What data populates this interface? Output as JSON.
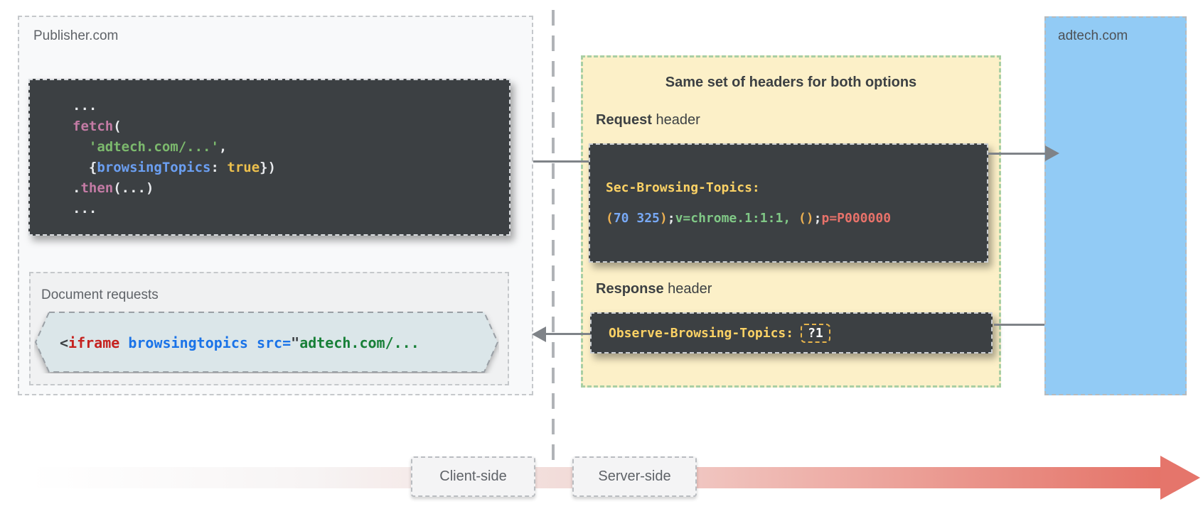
{
  "publisher": {
    "label": "Publisher.com",
    "code_lines": [
      [
        {
          "c": "white",
          "t": "..."
        }
      ],
      [
        {
          "c": "pink",
          "t": "fetch"
        },
        {
          "c": "white",
          "t": "("
        }
      ],
      [
        {
          "c": "white",
          "t": "  "
        },
        {
          "c": "green",
          "t": "'adtech.com/...'"
        },
        {
          "c": "white",
          "t": ","
        }
      ],
      [
        {
          "c": "white",
          "t": "  {"
        },
        {
          "c": "blue",
          "t": "browsingTopics"
        },
        {
          "c": "white",
          "t": ": "
        },
        {
          "c": "amber",
          "t": "true"
        },
        {
          "c": "white",
          "t": "})"
        }
      ],
      [
        {
          "c": "white",
          "t": "."
        },
        {
          "c": "pink",
          "t": "then"
        },
        {
          "c": "white",
          "t": "(...)"
        }
      ],
      [
        {
          "c": "white",
          "t": "..."
        }
      ]
    ],
    "document_requests": {
      "label": "Document requests",
      "code_tokens": [
        [
          {
            "c": "gray",
            "t": "<"
          },
          {
            "c": "dred",
            "t": "iframe"
          },
          {
            "c": "gray",
            "t": " "
          },
          {
            "c": "dblue",
            "t": "browsingtopics"
          },
          {
            "c": "gray",
            "t": " "
          },
          {
            "c": "dblue",
            "t": "src="
          },
          {
            "c": "gray",
            "t": "\""
          },
          {
            "c": "dgreen",
            "t": "adtech.com/..."
          }
        ]
      ]
    }
  },
  "headers_panel": {
    "title": "Same set of headers for both options",
    "request_label_bold": "Request",
    "request_label_rest": " header",
    "request_name": "Sec-Browsing-Topics:",
    "request_value_tokens": [
      [
        {
          "c": "hamber",
          "t": "("
        },
        {
          "c": "hblue",
          "t": "70 325"
        },
        {
          "c": "hamber",
          "t": ")"
        },
        {
          "c": "white",
          "t": ";"
        },
        {
          "c": "hgreen",
          "t": "v=chrome.1:1:1,"
        },
        {
          "c": "white",
          "t": " "
        },
        {
          "c": "hamber",
          "t": "()"
        },
        {
          "c": "white",
          "t": ";"
        },
        {
          "c": "salmon",
          "t": "p=P000000"
        }
      ]
    ],
    "response_label_bold": "Response",
    "response_label_rest": " header",
    "response_name": "Observe-Browsing-Topics:",
    "response_chip": "?1"
  },
  "adtech": {
    "label": "adtech.com"
  },
  "timeline": {
    "client_label": "Client-side",
    "server_label": "Server-side"
  },
  "colors": {
    "panel_yellow_bg": "#fcf0c8",
    "panel_yellow_border": "#a9cfa4",
    "dark_code_bg": "#3c4043",
    "adtech_blue_bg": "#92cbf5",
    "hexagon_bg": "#dbe6e9",
    "publisher_bg": "#f8f9fa",
    "document_requests_bg": "#f0f1f2",
    "arrow_gray": "#7f8388",
    "timeline_red": "#e57368",
    "code_yellow": "#fcd265",
    "code_blue": "#78a9f5",
    "code_green": "#80c886",
    "code_salmon": "#e8726a",
    "code_pink": "#c47ba5",
    "code_string_green": "#7cb96d",
    "code_true_amber": "#edc04d"
  }
}
